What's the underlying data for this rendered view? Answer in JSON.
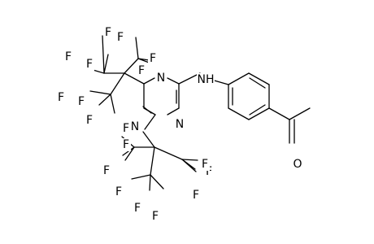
{
  "diagram": {
    "type": "chemical-structure",
    "atoms": {
      "n_top": "N",
      "n_mid": "N",
      "n_right": "N",
      "nh": "NH",
      "o": "O",
      "f": "F"
    }
  }
}
